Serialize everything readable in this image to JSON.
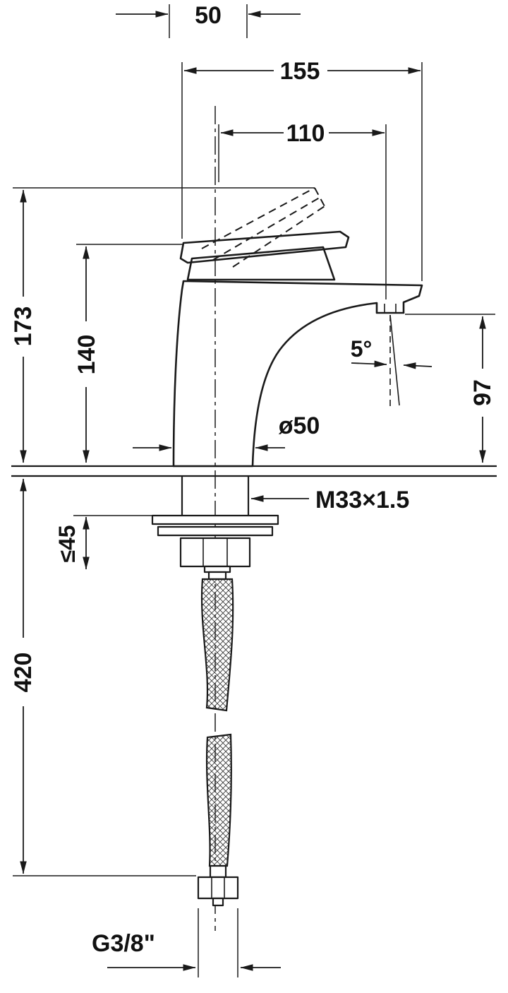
{
  "drawing": {
    "dimensions": {
      "handle_width": "50",
      "overall_depth": "155",
      "spout_reach": "110",
      "overall_height": "173",
      "height_to_body_top": "140",
      "spray_angle": "5°",
      "outlet_height": "97",
      "base_diameter": "ø50",
      "shank_thread": "M33×1.5",
      "max_deck_thickness": "≤45",
      "hose_length": "420",
      "hose_connection": "G3/8\""
    }
  }
}
